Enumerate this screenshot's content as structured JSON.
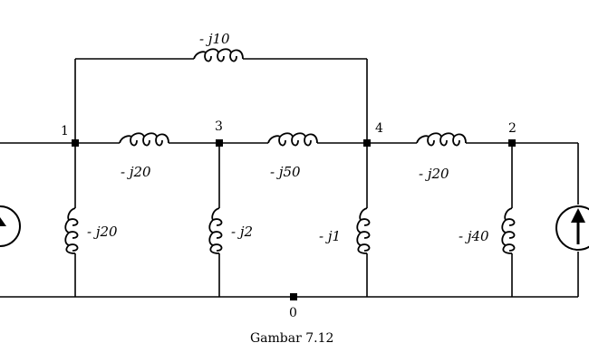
{
  "diagram": {
    "caption": "Gambar 7.12",
    "nodes": [
      {
        "id": "1",
        "label": "1"
      },
      {
        "id": "3",
        "label": "3"
      },
      {
        "id": "4",
        "label": "4"
      },
      {
        "id": "2",
        "label": "2"
      },
      {
        "id": "0",
        "label": "0"
      }
    ],
    "branches": [
      {
        "from": "1",
        "to": "4",
        "impedance": "- j10"
      },
      {
        "from": "1",
        "to": "3",
        "impedance": "- j20"
      },
      {
        "from": "3",
        "to": "4",
        "impedance": "- j50"
      },
      {
        "from": "4",
        "to": "2",
        "impedance": "- j20"
      },
      {
        "from": "1",
        "to": "0",
        "impedance": "- j20"
      },
      {
        "from": "3",
        "to": "0",
        "impedance": "- j2"
      },
      {
        "from": "4",
        "to": "0",
        "impedance": "- j1"
      },
      {
        "from": "2",
        "to": "0",
        "impedance": "- j40"
      }
    ],
    "sources": [
      {
        "node": "1",
        "type": "current-source"
      },
      {
        "node": "2",
        "type": "current-source"
      }
    ]
  }
}
